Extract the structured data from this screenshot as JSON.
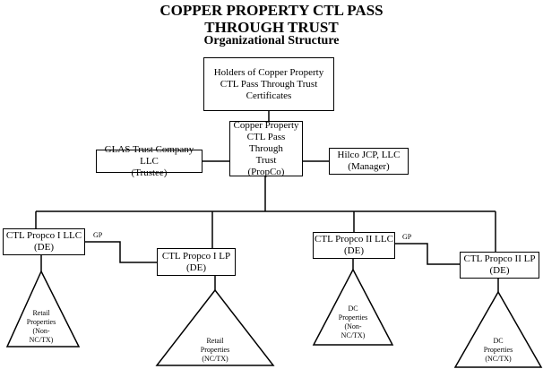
{
  "title": {
    "line1": "COPPER PROPERTY CTL PASS",
    "line2": "THROUGH TRUST",
    "subtitle": "Organizational Structure"
  },
  "nodes": {
    "holders": [
      "Holders of Copper Property",
      "CTL Pass Through Trust",
      "Certificates"
    ],
    "trust": [
      "Copper Property",
      "CTL Pass Through",
      "Trust",
      "(PropCo)"
    ],
    "trustee": [
      "GLAS Trust Company LLC",
      "(Trustee)"
    ],
    "manager": [
      "Hilco JCP, LLC",
      "(Manager)"
    ],
    "propco1_llc": [
      "CTL Propco I LLC",
      "(DE)"
    ],
    "propco1_lp": [
      "CTL Propco I LP",
      "(DE)"
    ],
    "propco2_llc": [
      "CTL Propco II LLC",
      "(DE)"
    ],
    "propco2_lp": [
      "CTL Propco II LP",
      "(DE)"
    ]
  },
  "gp_label": "GP",
  "properties": {
    "retail_non": [
      "Retail",
      "Properties",
      "(Non-",
      "NC/TX)"
    ],
    "retail_nc": [
      "Retail",
      "Properties",
      "(NC/TX)"
    ],
    "dc_non": [
      "DC",
      "Properties",
      "(Non-",
      "NC/TX)"
    ],
    "dc_nc": [
      "DC",
      "Properties",
      "(NC/TX)"
    ]
  }
}
